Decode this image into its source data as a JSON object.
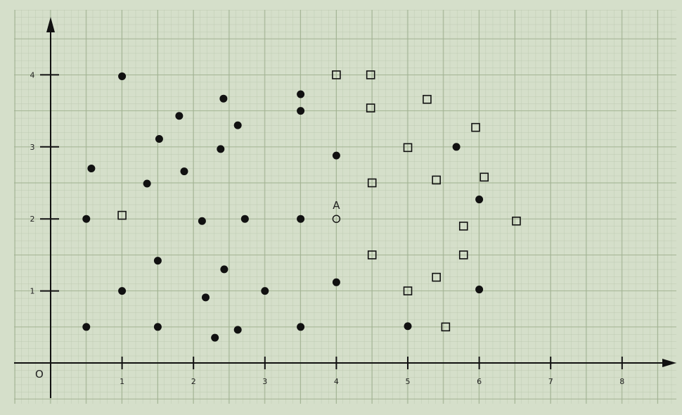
{
  "chart_data": {
    "type": "scatter",
    "title": "",
    "xlabel": "",
    "ylabel": "",
    "xlim": [
      0,
      8.7
    ],
    "ylim": [
      0,
      4.7
    ],
    "grid": true,
    "origin_label": "O",
    "x_ticks": [
      {
        "value": 1,
        "label": "1"
      },
      {
        "value": 2,
        "label": "2"
      },
      {
        "value": 3,
        "label": "3"
      },
      {
        "value": 4,
        "label": "4"
      },
      {
        "value": 5,
        "label": "5"
      },
      {
        "value": 6,
        "label": "6"
      },
      {
        "value": 7,
        "label": "7"
      },
      {
        "value": 8,
        "label": "8"
      }
    ],
    "y_ticks": [
      {
        "value": 1,
        "label": "1"
      },
      {
        "value": 2,
        "label": "2"
      },
      {
        "value": 3,
        "label": "3"
      },
      {
        "value": 4,
        "label": "4"
      }
    ],
    "series": [
      {
        "marker": "filled-circle",
        "color": "#111111",
        "points": [
          [
            1.0,
            3.98
          ],
          [
            0.57,
            2.7
          ],
          [
            0.5,
            2.0
          ],
          [
            1.0,
            1.0
          ],
          [
            0.5,
            0.5
          ],
          [
            1.35,
            2.49
          ],
          [
            1.52,
            3.11
          ],
          [
            1.8,
            3.43
          ],
          [
            1.87,
            2.66
          ],
          [
            2.12,
            1.97
          ],
          [
            1.5,
            1.42
          ],
          [
            2.17,
            0.91
          ],
          [
            1.5,
            0.5
          ],
          [
            2.3,
            0.35
          ],
          [
            2.43,
            1.3
          ],
          [
            2.62,
            0.46
          ],
          [
            2.42,
            3.67
          ],
          [
            2.62,
            3.3
          ],
          [
            2.38,
            2.97
          ],
          [
            2.72,
            2.0
          ],
          [
            3.0,
            1.0
          ],
          [
            3.5,
            0.5
          ],
          [
            3.5,
            2.0
          ],
          [
            3.5,
            3.73
          ],
          [
            3.5,
            3.5
          ],
          [
            4.0,
            2.88
          ],
          [
            4.0,
            1.12
          ],
          [
            5.0,
            0.51
          ],
          [
            5.68,
            3.0
          ],
          [
            6.0,
            2.27
          ],
          [
            6.0,
            1.02
          ]
        ]
      },
      {
        "marker": "open-square",
        "color": "#111111",
        "points": [
          [
            1.0,
            2.05
          ],
          [
            4.0,
            4.0
          ],
          [
            4.48,
            4.0
          ],
          [
            4.48,
            3.54
          ],
          [
            4.5,
            2.5
          ],
          [
            4.5,
            1.5
          ],
          [
            5.0,
            2.99
          ],
          [
            5.0,
            1.0
          ],
          [
            5.27,
            3.66
          ],
          [
            5.4,
            2.54
          ],
          [
            5.4,
            1.19
          ],
          [
            5.53,
            0.5
          ],
          [
            5.78,
            1.9
          ],
          [
            5.78,
            1.5
          ],
          [
            5.95,
            3.27
          ],
          [
            6.07,
            2.58
          ],
          [
            6.52,
            1.97
          ]
        ]
      }
    ],
    "annotations": [
      {
        "label": "A",
        "x": 4.0,
        "y": 2.0,
        "marker": "open-circle"
      }
    ]
  }
}
